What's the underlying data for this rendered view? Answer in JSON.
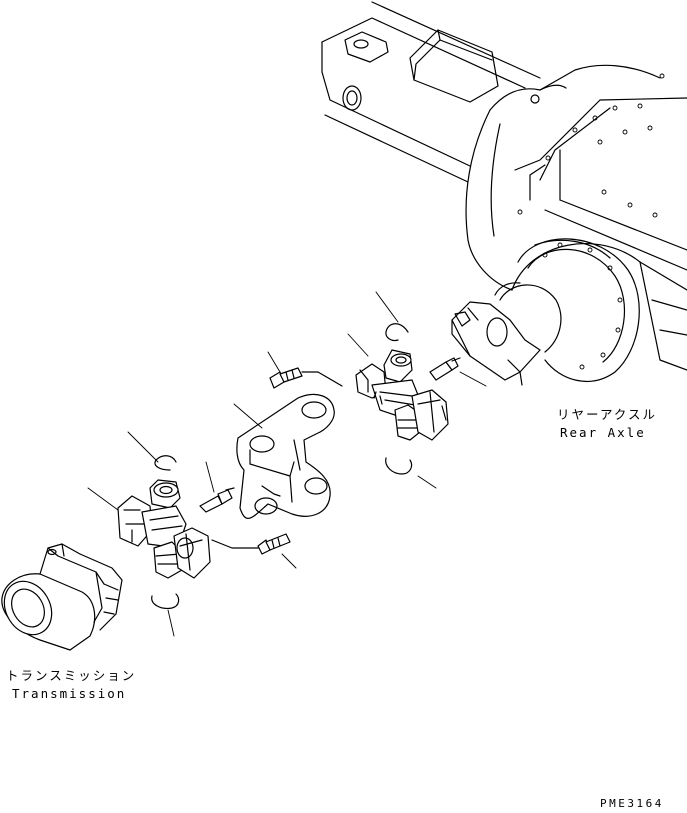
{
  "labels": {
    "rear_axle_jp": "リヤーアクスル",
    "rear_axle_en": "Rear Axle",
    "transmission_jp": "トランスミッション",
    "transmission_en": "Transmission",
    "drawing_code": "PME3164"
  },
  "colors": {
    "line": "#000000",
    "background": "#ffffff"
  }
}
